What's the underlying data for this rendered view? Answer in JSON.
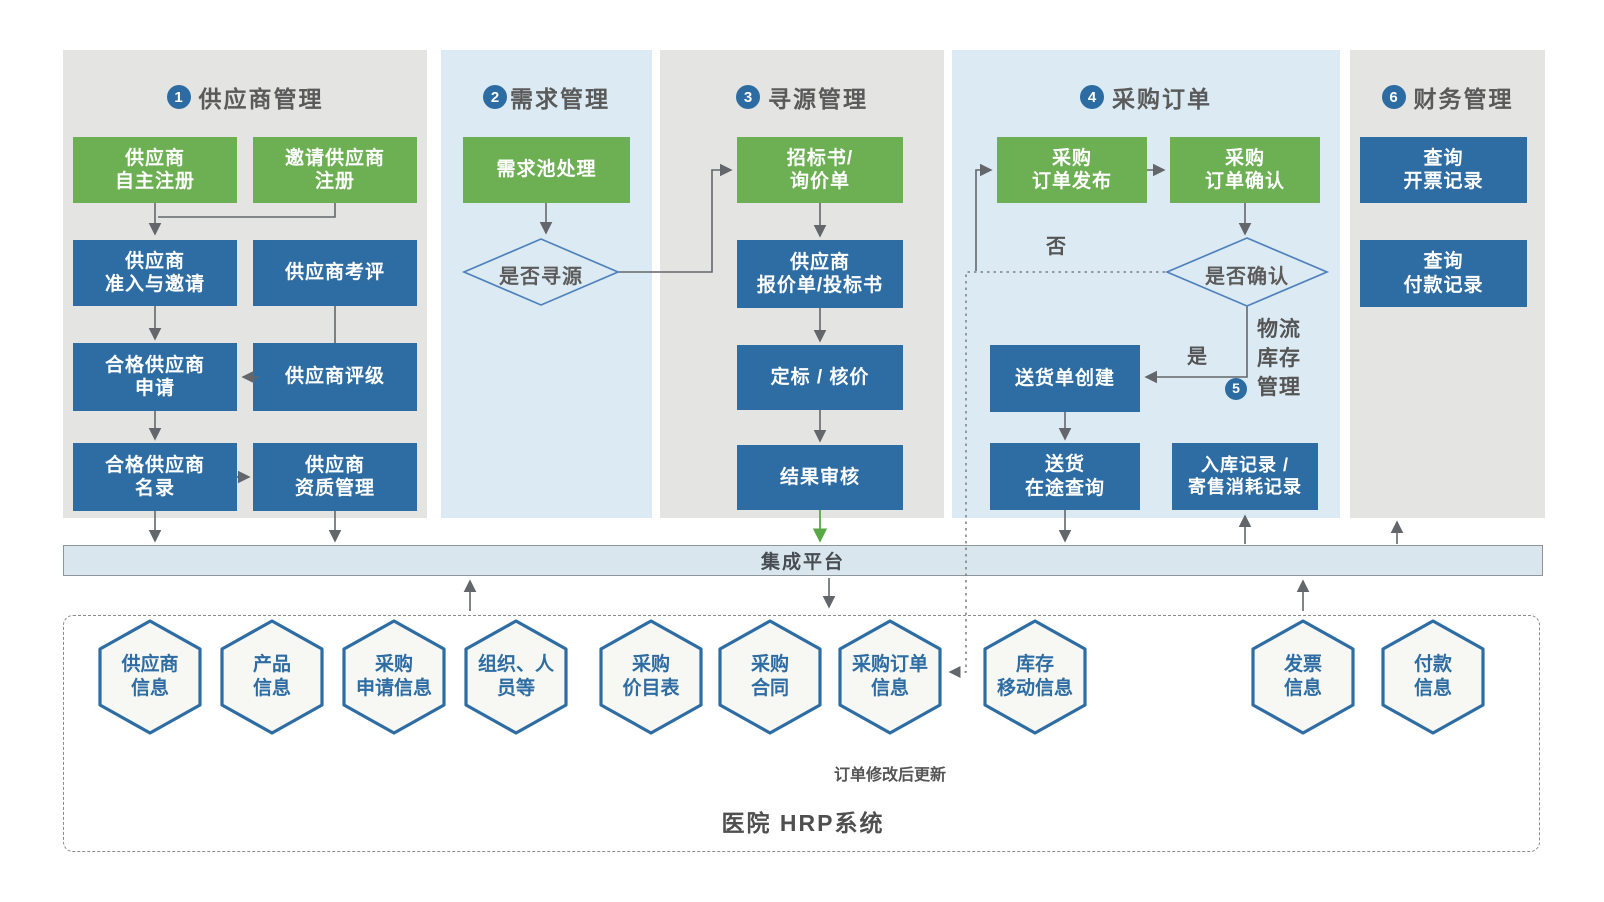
{
  "sections": [
    {
      "badge": "1",
      "title": "供应商管理"
    },
    {
      "badge": "2",
      "title": "需求管理"
    },
    {
      "badge": "3",
      "title": "寻源管理"
    },
    {
      "badge": "4",
      "title": "采购订单"
    },
    {
      "badge": "6",
      "title": "财务管理"
    }
  ],
  "logistics": {
    "badge": "5",
    "line1": "物流",
    "line2": "库存",
    "line3": "管理"
  },
  "boxes": {
    "supplier_self_register": "供应商\n自主注册",
    "supplier_invite_register": "邀请供应商\n注册",
    "supplier_admission": "供应商\n准入与邀请",
    "supplier_assessment": "供应商考评",
    "qualified_supplier_apply": "合格供应商\n申请",
    "supplier_rating": "供应商评级",
    "qualified_supplier_list": "合格供应商\n名录",
    "supplier_qualification": "供应商\n资质管理",
    "demand_pool": "需求池处理",
    "tender_inquiry": "招标书/\n询价单",
    "supplier_quote": "供应商\n报价单/投标书",
    "award_pricing": "定标 / 核价",
    "result_review": "结果审核",
    "po_publish": "采购\n订单发布",
    "po_confirm": "采购\n订单确认",
    "delivery_create": "送货单创建",
    "delivery_transit_query": "送货\n在途查询",
    "inbound_records": "入库记录 /\n寄售消耗记录",
    "query_invoice_records": "查询\n开票记录",
    "query_payment_records": "查询\n付款记录"
  },
  "diamonds": {
    "sourcing_decision": "是否寻源",
    "confirm_decision": "是否确认"
  },
  "labels": {
    "no": "否",
    "yes": "是"
  },
  "integration_bar": {
    "label": "集成平台"
  },
  "hrp": {
    "title": "医院 HRP系统",
    "note": "订单修改后更新",
    "hexagons": [
      "供应商\n信息",
      "产品\n信息",
      "采购\n申请信息",
      "组织、人\n员等",
      "采购\n价目表",
      "采购\n合同",
      "采购订单\n信息",
      "库存\n移动信息",
      "发票\n信息",
      "付款\n信息"
    ]
  },
  "colors": {
    "green_box": "#6db054",
    "blue_box": "#2e6da4",
    "column_gray": "#e4e4e2",
    "column_blue": "#dcebf3",
    "bar_fill": "#d9e6ed",
    "hex_fill": "#f7f7f3",
    "hex_border": "#2e6da4",
    "diamond_border": "#4f81bd",
    "arrow_gray": "#63676b",
    "arrow_green": "#58a944",
    "header_text": "#5a5a5a"
  }
}
